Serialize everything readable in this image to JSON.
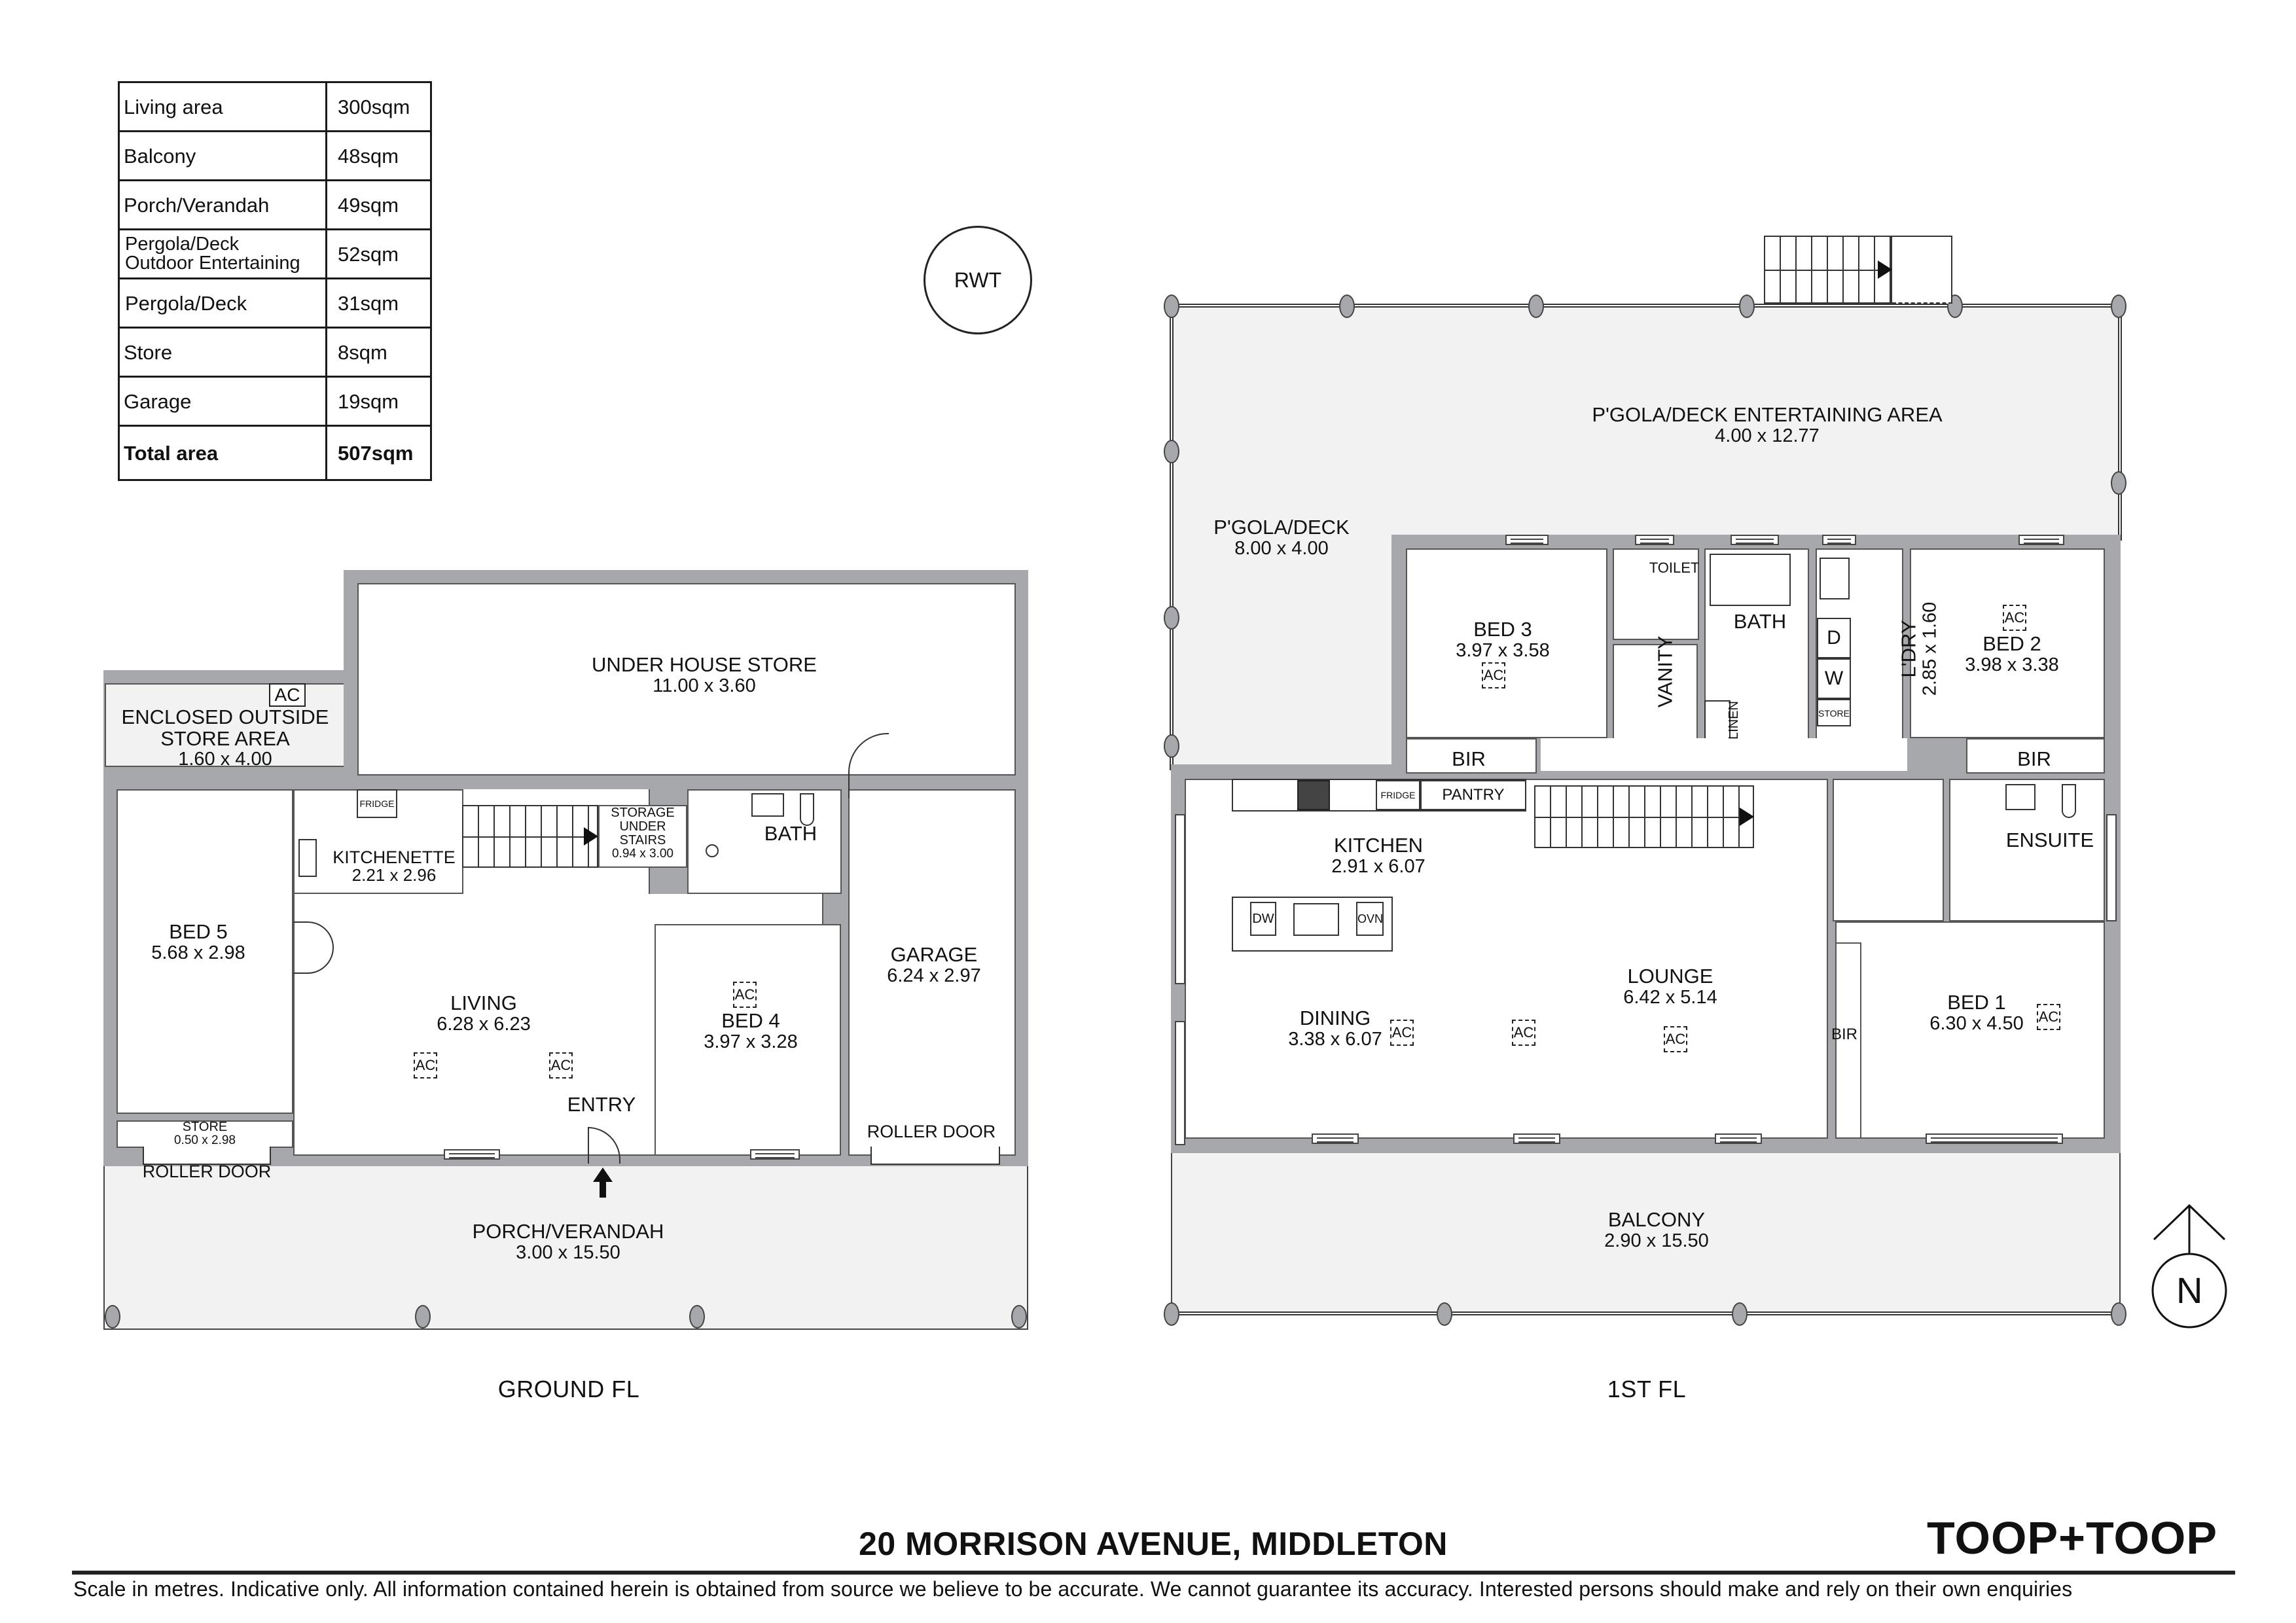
{
  "area_table": {
    "rows": [
      {
        "label": "Living area",
        "value": "300sqm"
      },
      {
        "label": "Balcony",
        "value": "48sqm"
      },
      {
        "label": "Porch/Verandah",
        "value": "49sqm"
      },
      {
        "label_line1": "Pergola/Deck",
        "label_line2": "Outdoor Entertaining",
        "value": "52sqm"
      },
      {
        "label": "Pergola/Deck",
        "value": "31sqm"
      },
      {
        "label": "Store",
        "value": "8sqm"
      },
      {
        "label": "Garage",
        "value": "19sqm"
      }
    ],
    "total": {
      "label": "Total area",
      "value": "507sqm"
    }
  },
  "rwt": {
    "label": "RWT"
  },
  "ground_floor": {
    "title": "GROUND FL",
    "rooms": {
      "under_house_store": {
        "name": "UNDER HOUSE STORE",
        "dims": "11.00 x 3.60"
      },
      "enclosed_store": {
        "name_line1": "ENCLOSED OUTSIDE",
        "name_line2": "STORE AREA",
        "dims": "1.60 x 4.00",
        "ac": "AC"
      },
      "bed5": {
        "name": "BED 5",
        "dims": "5.68 x 2.98"
      },
      "kitchenette": {
        "name": "KITCHENETTE",
        "dims": "2.21 x 2.96",
        "fridge": "FRIDGE"
      },
      "storage_under_stairs": {
        "name_line1": "STORAGE",
        "name_line2": "UNDER",
        "name_line3": "STAIRS",
        "dims": "0.94 x 3.00"
      },
      "bath": {
        "name": "BATH"
      },
      "living": {
        "name": "LIVING",
        "dims": "6.28 x 6.23",
        "ac": "AC"
      },
      "bed4": {
        "name": "BED 4",
        "dims": "3.97 x 3.28",
        "ac": "AC"
      },
      "garage": {
        "name": "GARAGE",
        "dims": "6.24 x 2.97",
        "roller_door": "ROLLER DOOR"
      },
      "entry": {
        "name": "ENTRY"
      },
      "store": {
        "name": "STORE",
        "dims": "0.50 x 2.98",
        "roller_door": "ROLLER DOOR"
      },
      "porch": {
        "name": "PORCH/VERANDAH",
        "dims": "3.00 x 15.50"
      }
    }
  },
  "first_floor": {
    "title": "1ST FL",
    "rooms": {
      "deck_entertaining": {
        "name": "P'GOLA/DECK ENTERTAINING AREA",
        "dims": "4.00 x 12.77"
      },
      "deck": {
        "name": "P'GOLA/DECK",
        "dims": "8.00 x 4.00"
      },
      "bed3": {
        "name": "BED 3",
        "dims": "3.97 x 3.58",
        "ac": "AC",
        "bir": "BIR"
      },
      "toilet": {
        "name": "TOILET"
      },
      "vanity": {
        "name": "VANITY"
      },
      "bath": {
        "name": "BATH"
      },
      "linen": {
        "name": "LINEN"
      },
      "laundry": {
        "name": "L'DRY",
        "dims": "2.85 x 1.60",
        "dryer": "D",
        "washer": "W",
        "store": "STORE"
      },
      "bed2": {
        "name": "BED 2",
        "dims": "3.98 x 3.38",
        "ac": "AC",
        "bir": "BIR"
      },
      "kitchen": {
        "name": "KITCHEN",
        "dims": "2.91 x 6.07",
        "fridge": "FRIDGE",
        "pantry": "PANTRY",
        "dw": "DW",
        "ovn": "OVN"
      },
      "ensuite": {
        "name": "ENSUITE"
      },
      "dining": {
        "name": "DINING",
        "dims": "3.38 x 6.07",
        "ac": "AC"
      },
      "lounge": {
        "name": "LOUNGE",
        "dims": "6.42 x 5.14",
        "ac": "AC"
      },
      "bed1": {
        "name": "BED 1",
        "dims": "6.30 x 4.50",
        "ac": "AC",
        "bir": "BIR"
      },
      "balcony": {
        "name": "BALCONY",
        "dims": "2.90 x 15.50"
      }
    }
  },
  "compass": {
    "label": "N"
  },
  "footer": {
    "address": "20 MORRISON AVENUE, MIDDLETON",
    "logo": "TOOP+TOOP",
    "disclaimer": "Scale in metres. Indicative only. All information contained herein is obtained from source we believe to be accurate. We cannot guarantee its accuracy. Interested persons should make and rely on their own enquiries"
  },
  "colors": {
    "wall": "#a7a8ab",
    "outdoor_fill": "#f1f2f1",
    "text": "#111111"
  }
}
